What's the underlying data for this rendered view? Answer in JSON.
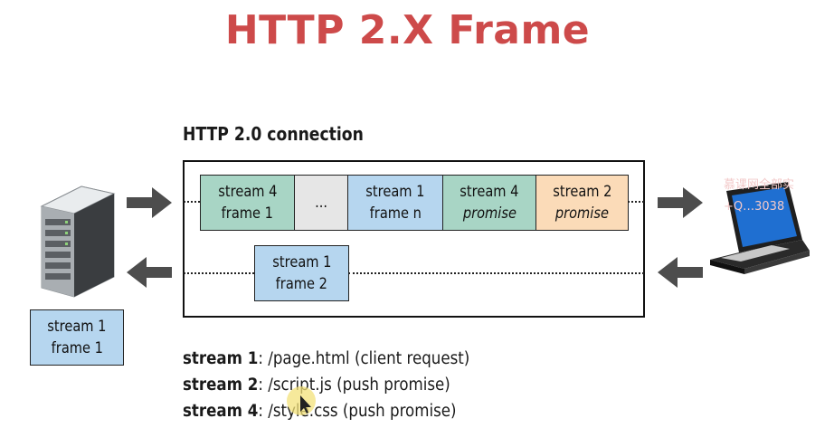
{
  "title": "HTTP 2.X Frame",
  "connection_label": "HTTP 2.0 connection",
  "colors": {
    "title": "#cd4a4a",
    "green_frame": "#a8d5c5",
    "blue_frame": "#b6d6ef",
    "gray_frame": "#e6e6e6",
    "orange_frame": "#fbdbb8",
    "arrow": "#4d4d4d"
  },
  "top_frames": [
    {
      "line1": "stream 4",
      "line2": "frame 1"
    },
    {
      "line1": "...",
      "line2": ""
    },
    {
      "line1": "stream 1",
      "line2": "frame n"
    },
    {
      "line1": "stream 4",
      "line2": "promise"
    },
    {
      "line1": "stream 2",
      "line2": "promise"
    }
  ],
  "bottom_frame": {
    "line1": "stream 1",
    "line2": "frame 2"
  },
  "client_side_frame": {
    "line1": "stream 1",
    "line2": "frame 1"
  },
  "legend": [
    {
      "stream": "stream 1",
      "desc": ": /page.html  (client request)"
    },
    {
      "stream": "stream 2",
      "desc": ": /script.js  (push promise)"
    },
    {
      "stream": "stream 4",
      "desc": ": /style.css  (push promise)"
    }
  ],
  "icons": {
    "server": "server-icon",
    "laptop": "laptop-icon",
    "cursor": "mouse-cursor-icon"
  }
}
